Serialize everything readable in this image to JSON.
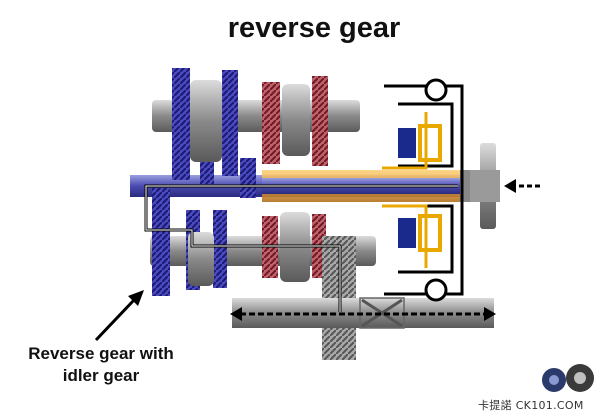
{
  "title": "reverse gear",
  "callout": {
    "line1": "Reverse gear with",
    "line2": "idler gear"
  },
  "watermark": {
    "text": "卡提諾 CK101.COM"
  },
  "colors": {
    "blue_gear": "#3b3bb0",
    "red_gear": "#b84a55",
    "grey_part": "#9a9a9a",
    "yellow_path": "#e8a800",
    "clutch_blue": "#1a2a8c",
    "power_flow": "#000000"
  }
}
